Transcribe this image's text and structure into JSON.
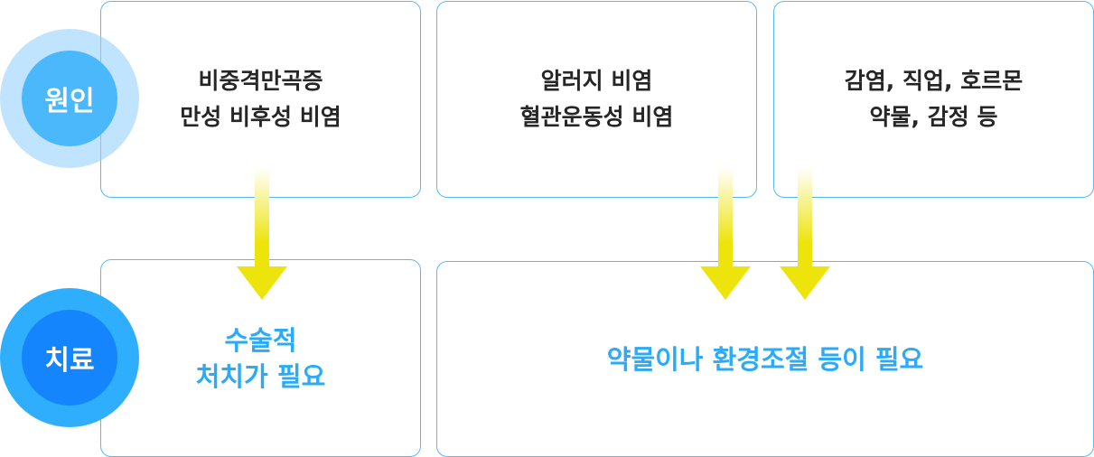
{
  "labels": {
    "cause": "원인",
    "treatment": "치료"
  },
  "causes": [
    "비중격만곡증\n만성 비후성 비염",
    "알러지 비염\n혈관운동성 비염",
    "감염, 직업, 호르몬\n약물, 감정 등"
  ],
  "treatments": [
    "수술적\n처치가 필요",
    "약물이나 환경조절 등이 필요"
  ],
  "colors": {
    "border": "#5ab8f5",
    "treatment_text": "#2aaaf8",
    "arrow": "#ede40c",
    "cause_circle": "#4ab8fb",
    "treat_circle": "#1485fc"
  }
}
